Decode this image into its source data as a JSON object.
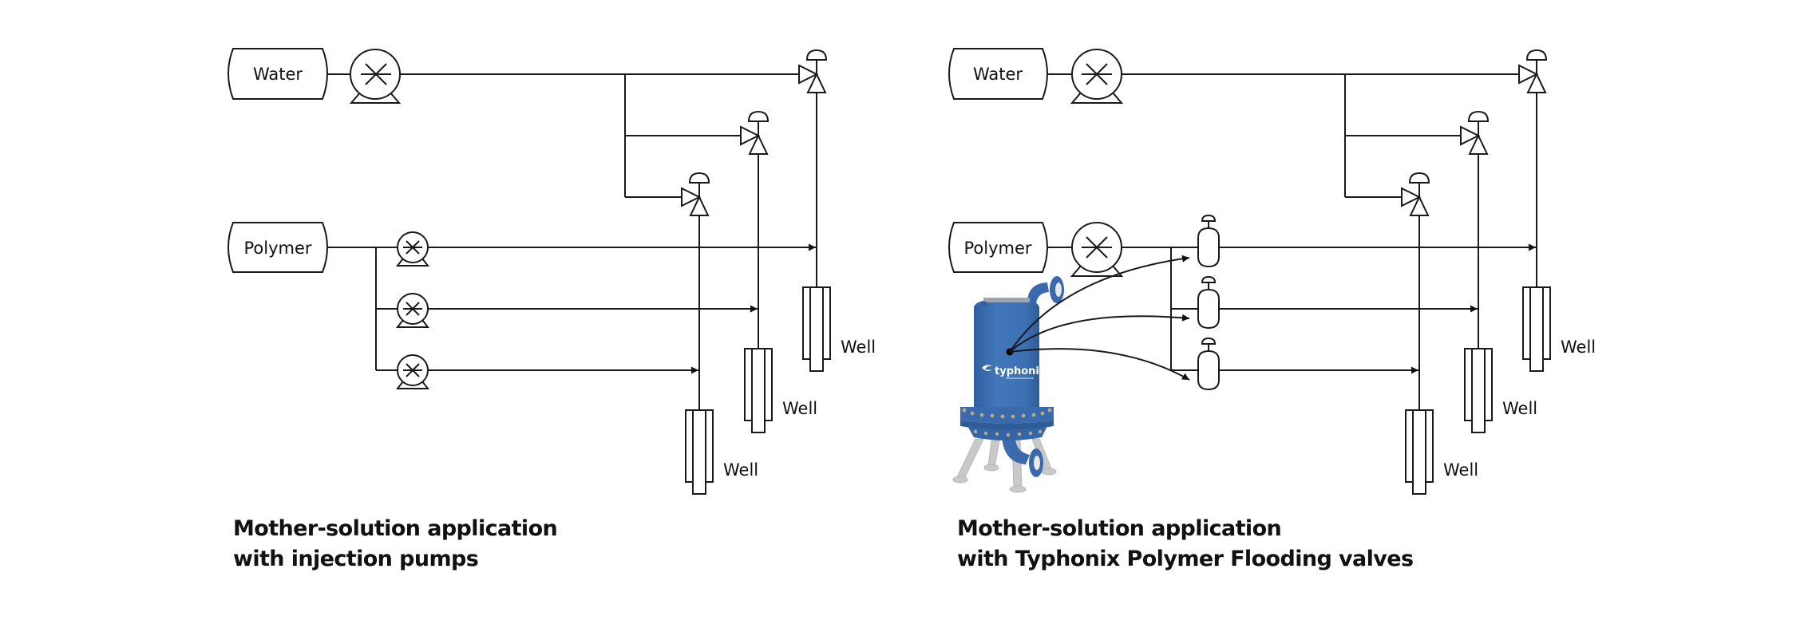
{
  "diagrams": [
    {
      "id": "injection-pumps",
      "source_labels": {
        "water": "Water",
        "polymer": "Polymer"
      },
      "well_labels": [
        "Well",
        "Well",
        "Well"
      ],
      "title_lines": [
        "Mother-solution application",
        "with injection pumps"
      ]
    },
    {
      "id": "typhonix-valves",
      "source_labels": {
        "water": "Water",
        "polymer": "Polymer"
      },
      "well_labels": [
        "Well",
        "Well",
        "Well"
      ],
      "title_lines": [
        "Mother-solution application",
        "with Typhonix Polymer Flooding valves"
      ],
      "equipment": {
        "brand_label": "typhonix",
        "icon": "typhonix-polymer-flooding-valve-vessel"
      }
    }
  ],
  "colors": {
    "line": "#1a1a1a",
    "vessel_blue": "#3f72b5",
    "leg_grey": "#c8c8c8",
    "bolt": "#b9a98a"
  }
}
